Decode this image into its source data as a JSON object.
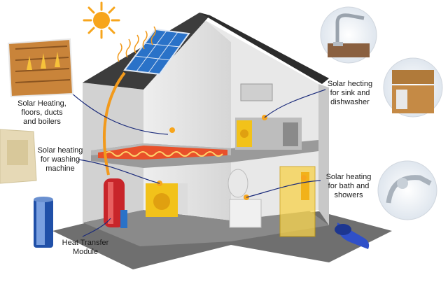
{
  "labels": {
    "floors": [
      "Solar Heating,",
      "floors, ducts",
      "and boilers"
    ],
    "washing": [
      "Solar heating",
      "for washing",
      "machine"
    ],
    "heat_transfer": [
      "Heat Transfer",
      "Module"
    ],
    "sink": [
      "Solar hecting",
      "for sink and",
      "dishwasher"
    ],
    "bath": [
      "Solar heating",
      "for bath and",
      "showers"
    ]
  },
  "colors": {
    "roof": "#3c3c3c",
    "solar_panel": "#2a72c8",
    "heating_floor": "#e8502a",
    "pipe": "#f29a1c",
    "sun": "#f7a51c",
    "appliance": "#f2c21a",
    "leader_line": "#1a2a7a",
    "tank": "#c8252a",
    "module": "#2050a8"
  }
}
